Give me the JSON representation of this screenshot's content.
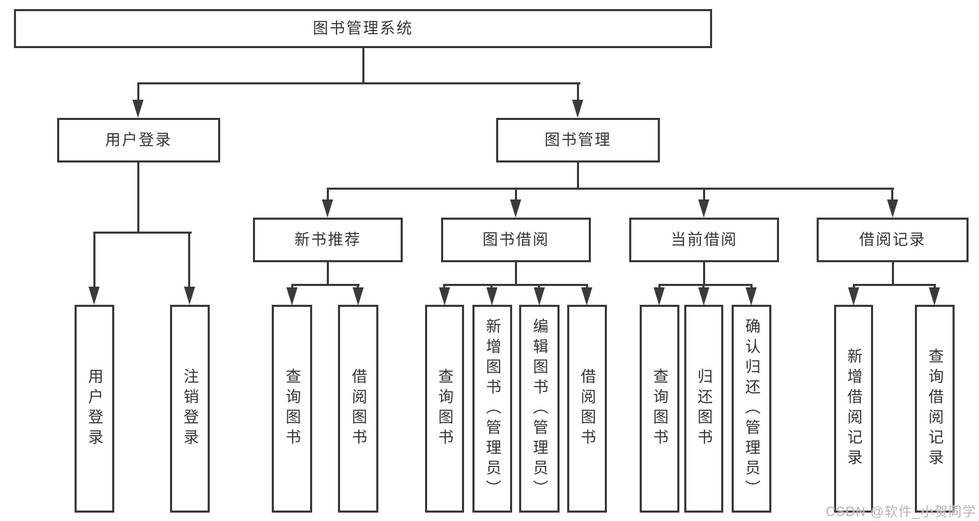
{
  "diagram": {
    "title": "图书管理系统",
    "branches": [
      {
        "label": "用户登录",
        "children": [
          {
            "label": "用户登录"
          },
          {
            "label": "注销登录"
          }
        ]
      },
      {
        "label": "图书管理",
        "children": [
          {
            "label": "新书推荐",
            "children": [
              {
                "label": "查询图书"
              },
              {
                "label": "借阅图书"
              }
            ]
          },
          {
            "label": "图书借阅",
            "children": [
              {
                "label": "查询图书"
              },
              {
                "label": "新增图书（管理员）"
              },
              {
                "label": "编辑图书（管理员）"
              },
              {
                "label": "借阅图书"
              }
            ]
          },
          {
            "label": "当前借阅",
            "children": [
              {
                "label": "查询图书"
              },
              {
                "label": "归还图书"
              },
              {
                "label": "确认归还（管理员）"
              }
            ]
          },
          {
            "label": "借阅记录",
            "children": [
              {
                "label": "新增借阅记录"
              },
              {
                "label": "查询借阅记录"
              }
            ]
          }
        ]
      }
    ]
  },
  "watermark": {
    "text": "CSDN @软件_小贺同学"
  },
  "colors": {
    "line": "#3a3a3a",
    "text": "#333333",
    "watermark": "#b3b3b3",
    "background": "#ffffff"
  }
}
